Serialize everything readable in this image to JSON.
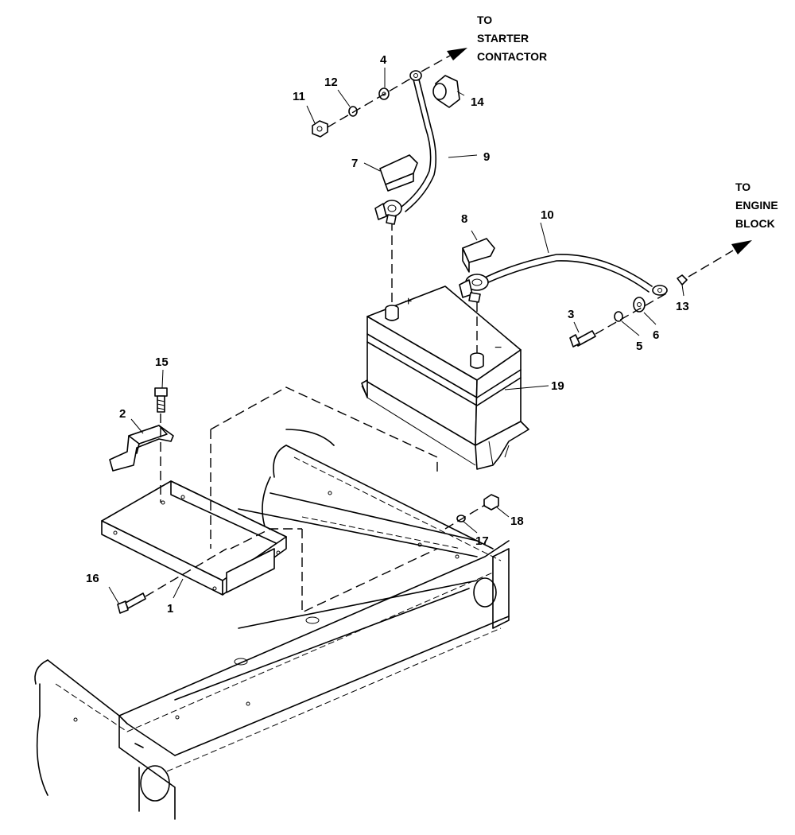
{
  "callouts": {
    "starter": [
      "TO",
      "STARTER",
      "CONTACTOR"
    ],
    "engine": [
      "TO",
      "ENGINE",
      "BLOCK"
    ]
  },
  "terminals": {
    "positive": "+",
    "negative": "−"
  },
  "parts": {
    "p1": "1",
    "p2": "2",
    "p3": "3",
    "p4": "4",
    "p5": "5",
    "p6": "6",
    "p7": "7",
    "p8": "8",
    "p9": "9",
    "p10": "10",
    "p11": "11",
    "p12": "12",
    "p13": "13",
    "p14": "14",
    "p15": "15",
    "p16": "16",
    "p17": "17",
    "p18": "18",
    "p19": "19"
  }
}
